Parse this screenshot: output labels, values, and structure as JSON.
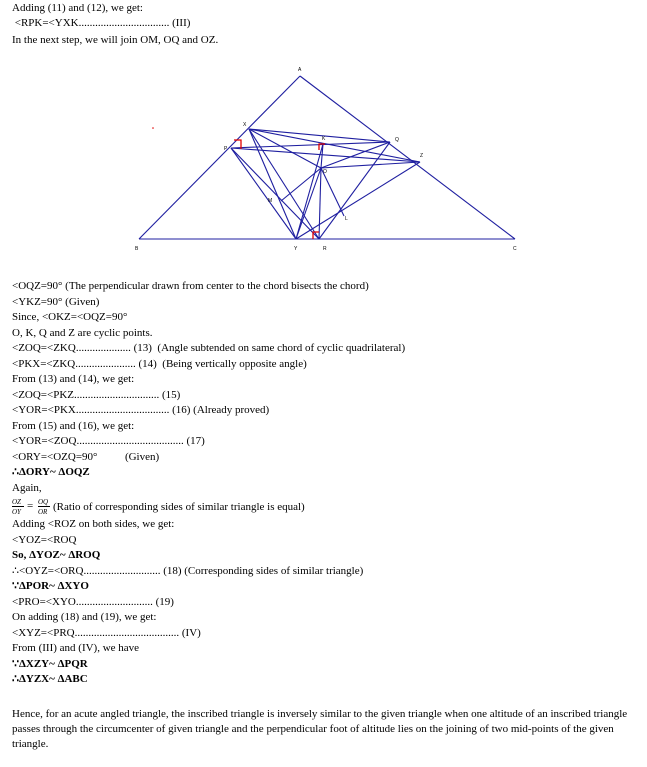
{
  "top_lines": [
    "Adding (11) and (12), we get:",
    " <RPK=<YXK................................. (III)",
    "In the next step, we will join OM, OQ and OZ."
  ],
  "figure_labels": {
    "A": "A",
    "X": "X",
    "P": "P",
    "K": "K",
    "Q": "Q",
    "Z": "Z",
    "O": "O",
    "M": "M",
    "L": "L",
    "B": "B",
    "Y": "Y",
    "R": "R",
    "C": "C"
  },
  "proof_lines": [
    "<OQZ=90° (The perpendicular drawn from center to the chord bisects the chord)",
    "<YKZ=90° (Given)",
    "Since, <OKZ=<OQZ=90°",
    "O, K, Q and Z are cyclic points.",
    "<ZOQ=<ZKQ.................... (13)  (Angle subtended on same chord of cyclic quadrilateral)",
    "<PKX=<ZKQ...................... (14)  (Being vertically opposite angle)",
    "From (13) and (14), we get:",
    "<ZOQ=<PKZ............................... (15)",
    "<YOR=<PKX.................................. (16) (Already proved)",
    "From (15) and (16), we get:",
    "<YOR=<ZOQ....................................... (17)",
    "<ORY=<OZQ=90°          (Given)",
    "∴ΔORY~ ΔOQZ",
    "Again,"
  ],
  "ratio": {
    "num_left": "OZ",
    "den_left": "OY",
    "equals": "=",
    "num_right": "OQ",
    "den_right": "OR",
    "text": "(Ratio of corresponding sides of similar triangle is equal)"
  },
  "proof_lines_2": [
    "Adding <ROZ on both sides, we get:",
    "<YOZ=<ROQ",
    "So, ΔYOZ~ ΔROQ",
    "∴<OYZ=<ORQ............................ (18) (Corresponding sides of similar triangle)",
    "∵ΔPOR~ ΔXYO",
    "<PRO=<XYO............................ (19)",
    "On adding (18) and (19), we get:",
    "<XYZ=<PRQ...................................... (IV)",
    "From (III) and (IV), we have",
    "∵ΔXZY~ ΔPQR",
    "∴ΔYZX~ ΔABC"
  ],
  "conclusion": "Hence, for an acute angled triangle, the inscribed triangle is inversely similar to the given triangle when one altitude of an inscribed triangle passes through the circumcenter of given triangle and the perpendicular foot of altitude lies on the joining of two mid-points of the given triangle.",
  "colors": {
    "line": "#1f1fa0",
    "marker": "#e00000",
    "text": "#000000"
  }
}
